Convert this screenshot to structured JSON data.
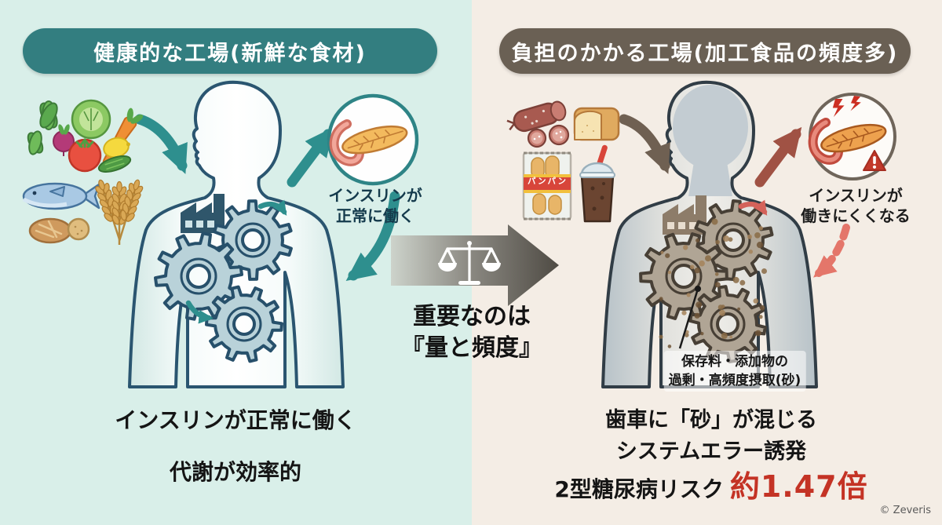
{
  "panels": {
    "left": {
      "header": "健康的な工場(新鮮な食材)",
      "insulin_caption_line1": "インスリンが",
      "insulin_caption_line2": "正常に働く",
      "summary_line1": "インスリンが正常に働く",
      "summary_line2": "代謝が効率的",
      "colors": {
        "background": "#d9efe9",
        "header_pill": "#337e80",
        "arrow_teal": "#2e8f8e",
        "body_outline": "#2a5570",
        "gear_fill": "#b9d2d9"
      }
    },
    "center": {
      "message_line1": "重要なのは",
      "message_line2": "『量と頻度』"
    },
    "right": {
      "header": "負担のかかる工場(加工食品の頻度多)",
      "insulin_caption_line1": "インスリンが",
      "insulin_caption_line2": "働きにくくなる",
      "gear_annotation_line1": "保存料・添加物の",
      "gear_annotation_line2": "過剰・高頻度摂取(砂)",
      "snack_bag_label": "パンパン",
      "summary_line1": "歯車に「砂」が混じる",
      "summary_line2": "システムエラー誘発",
      "summary_line3_prefix": "2型糖尿病リスク",
      "summary_line3_highlight": "約1.47倍",
      "colors": {
        "background": "#f4ede5",
        "header_pill": "#6a6054",
        "arrow_brown": "#6f6052",
        "arrow_red": "#e4766a",
        "alert_red": "#c43325",
        "gear_fill": "#b0a595"
      }
    }
  },
  "icons": {
    "balance-scale-icon": "⚖",
    "factory-icon": "⚙ factory silhouette",
    "gear-icon": "⚙",
    "pancreas-icon": "pancreas organ",
    "warning-icon": "⚠",
    "lightning-icon": "⚡⚡"
  },
  "footer": {
    "copyright": "© Zeveris"
  }
}
